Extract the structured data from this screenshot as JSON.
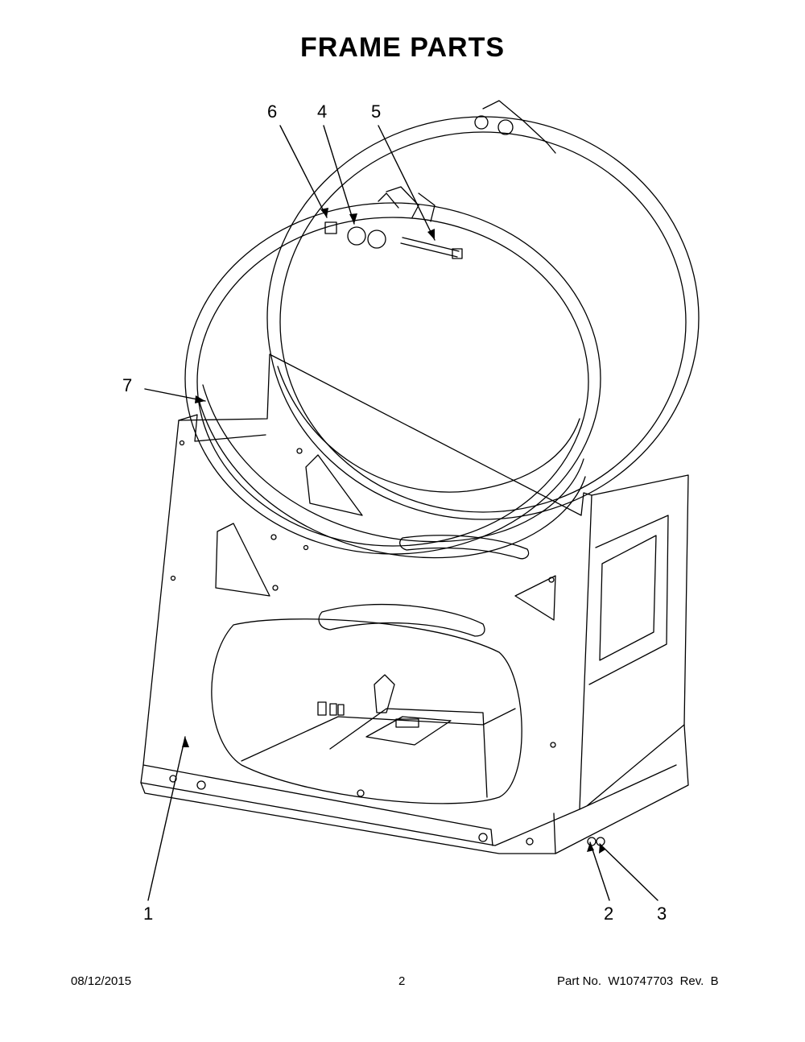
{
  "title": "FRAME PARTS",
  "callouts": {
    "c1": "1",
    "c2": "2",
    "c3": "3",
    "c4": "4",
    "c5": "5",
    "c6": "6",
    "c7": "7"
  },
  "footer": {
    "date": "08/12/2015",
    "page": "2",
    "part_no": "Part No.  W10747703  Rev.  B"
  }
}
